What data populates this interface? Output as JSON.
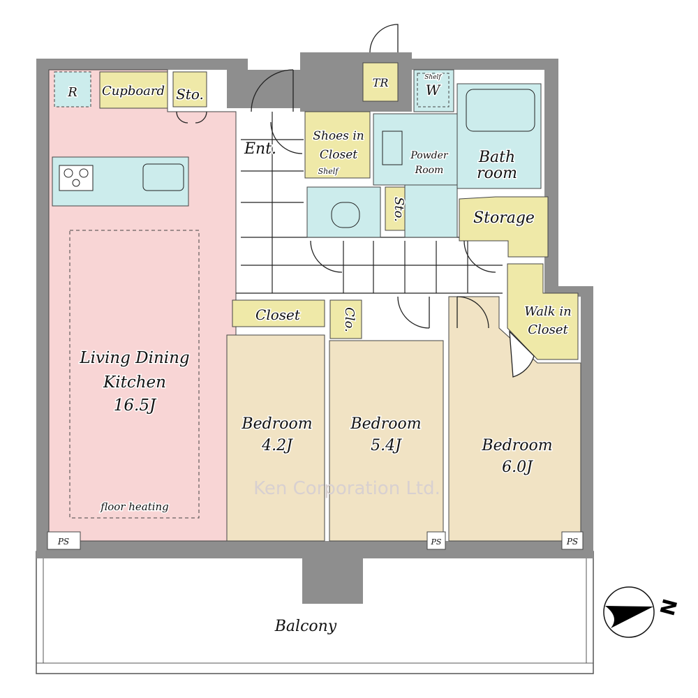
{
  "colors": {
    "wall": "#8e8e8e",
    "ldk": "#f8d5d5",
    "bedroom": "#f1e3c4",
    "storage": "#efe9a8",
    "wet": "#ccecec"
  },
  "rooms": {
    "r": "R",
    "cupboard": "Cupboard",
    "sto_top": "Sto.",
    "entrance": "Ent.",
    "tr": "TR",
    "w": "W",
    "shelf": "Shelf",
    "shoes_1": "Shoes in",
    "shoes_2": "Closet",
    "powder_1": "Powder",
    "powder_2": "Room",
    "bath_1": "Bath",
    "bath_2": "room",
    "sto_mid": "Sto.",
    "storage": "Storage",
    "walkin_1": "Walk in",
    "walkin_2": "Closet",
    "closet": "Closet",
    "clo": "Clo.",
    "ldk_1": "Living Dining",
    "ldk_2": "Kitchen",
    "ldk_size": "16.5J",
    "floor_heating": "floor heating",
    "bed1": "Bedroom",
    "bed1_size": "4.2J",
    "bed2": "Bedroom",
    "bed2_size": "5.4J",
    "bed3": "Bedroom",
    "bed3_size": "6.0J",
    "ps": "PS",
    "balcony": "Balcony"
  },
  "watermark": "Ken Corporation Ltd.",
  "compass": {
    "label": "N"
  }
}
